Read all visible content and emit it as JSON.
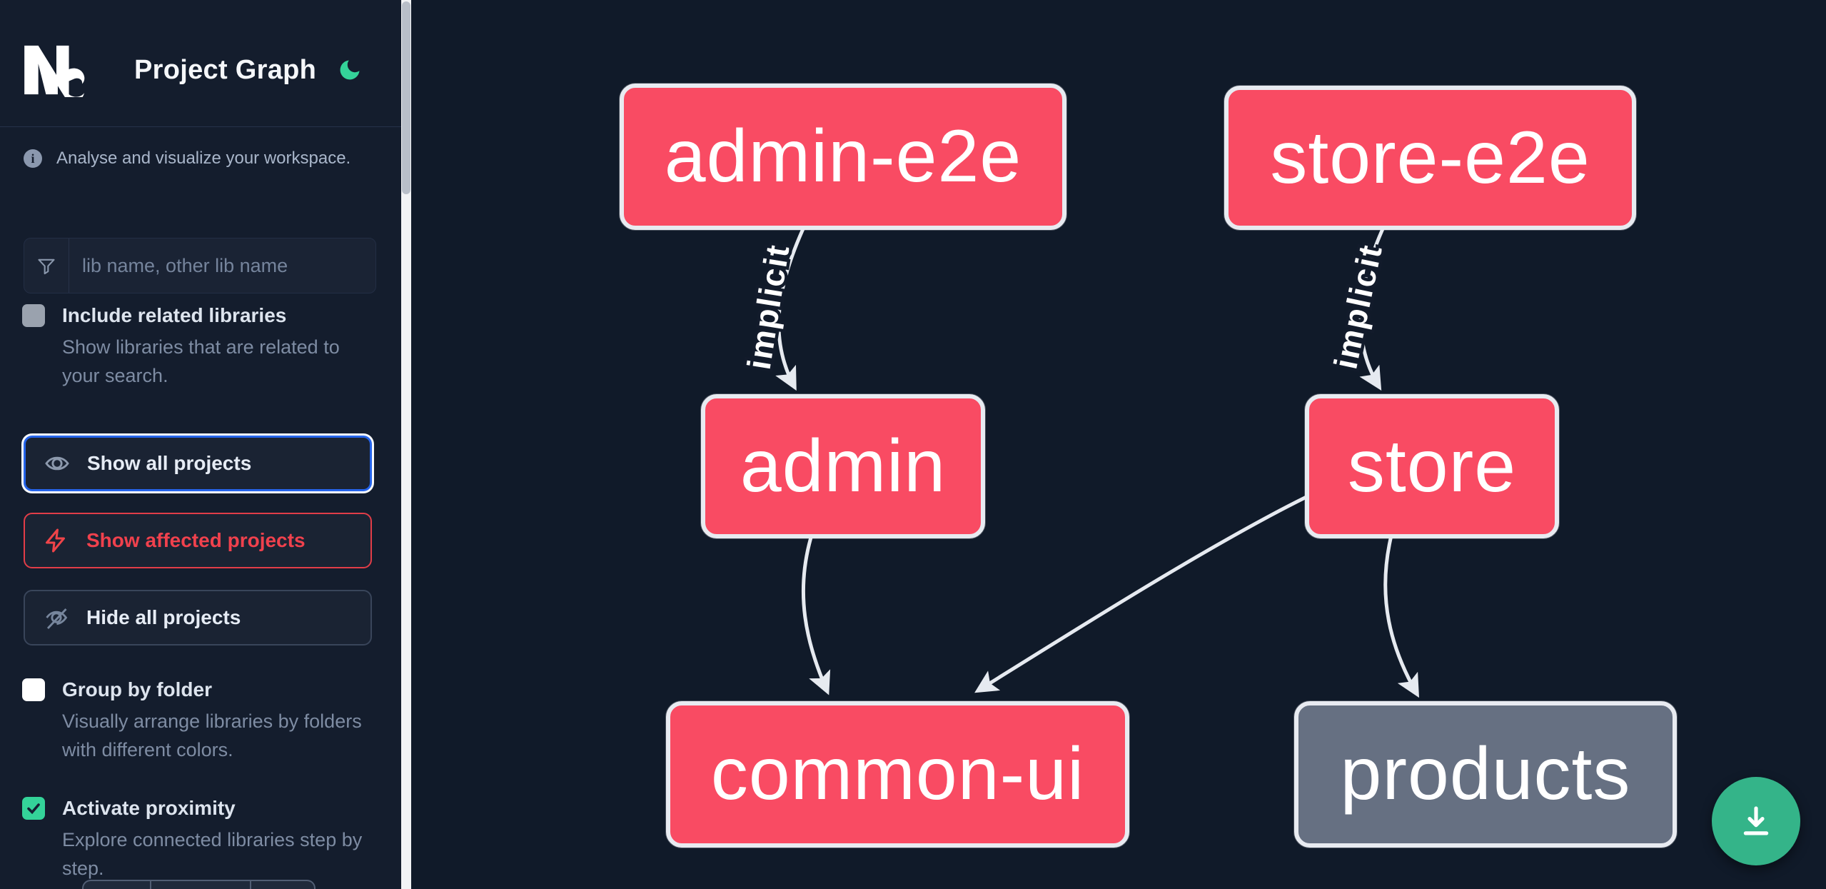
{
  "app": {
    "title": "Project Graph"
  },
  "sidebar": {
    "tagline": "Analyse and visualize your workspace.",
    "search": {
      "placeholder": "lib name, other lib name"
    },
    "checkboxes": [
      {
        "label": "Include related libraries",
        "description": "Show libraries that are related to your search.",
        "checked": false
      },
      {
        "label": "Group by folder",
        "description": "Visually arrange libraries by folders with different colors.",
        "checked": false
      },
      {
        "label": "Activate proximity",
        "description": "Explore connected libraries step by step.",
        "checked": true
      }
    ],
    "buttons": [
      {
        "label": "Show all projects",
        "icon": "eye-icon",
        "state": "focused"
      },
      {
        "label": "Show affected projects",
        "icon": "bolt-icon",
        "state": "affected"
      },
      {
        "label": "Hide all projects",
        "icon": "eye-off-icon",
        "state": "default"
      }
    ]
  },
  "graph": {
    "nodes": [
      {
        "label": "admin-e2e",
        "type": "app"
      },
      {
        "label": "store-e2e",
        "type": "app"
      },
      {
        "label": "admin",
        "type": "app"
      },
      {
        "label": "store",
        "type": "app"
      },
      {
        "label": "common-ui",
        "type": "lib"
      },
      {
        "label": "products",
        "type": "lib"
      }
    ],
    "edges": [
      {
        "from": "admin-e2e",
        "to": "admin",
        "label": "implicit"
      },
      {
        "from": "store-e2e",
        "to": "store",
        "label": "implicit"
      },
      {
        "from": "admin",
        "to": "common-ui",
        "label": ""
      },
      {
        "from": "store",
        "to": "common-ui",
        "label": ""
      },
      {
        "from": "store",
        "to": "products",
        "label": ""
      }
    ]
  },
  "colors": {
    "accent_green": "#34d399",
    "download_green": "#34b489",
    "node_pink": "#f94b63",
    "node_gray": "#667082",
    "node_border": "#e8ebf1",
    "edge": "#e6eaf0",
    "focus_blue": "#2564eb",
    "affected_red": "#e23d48"
  }
}
